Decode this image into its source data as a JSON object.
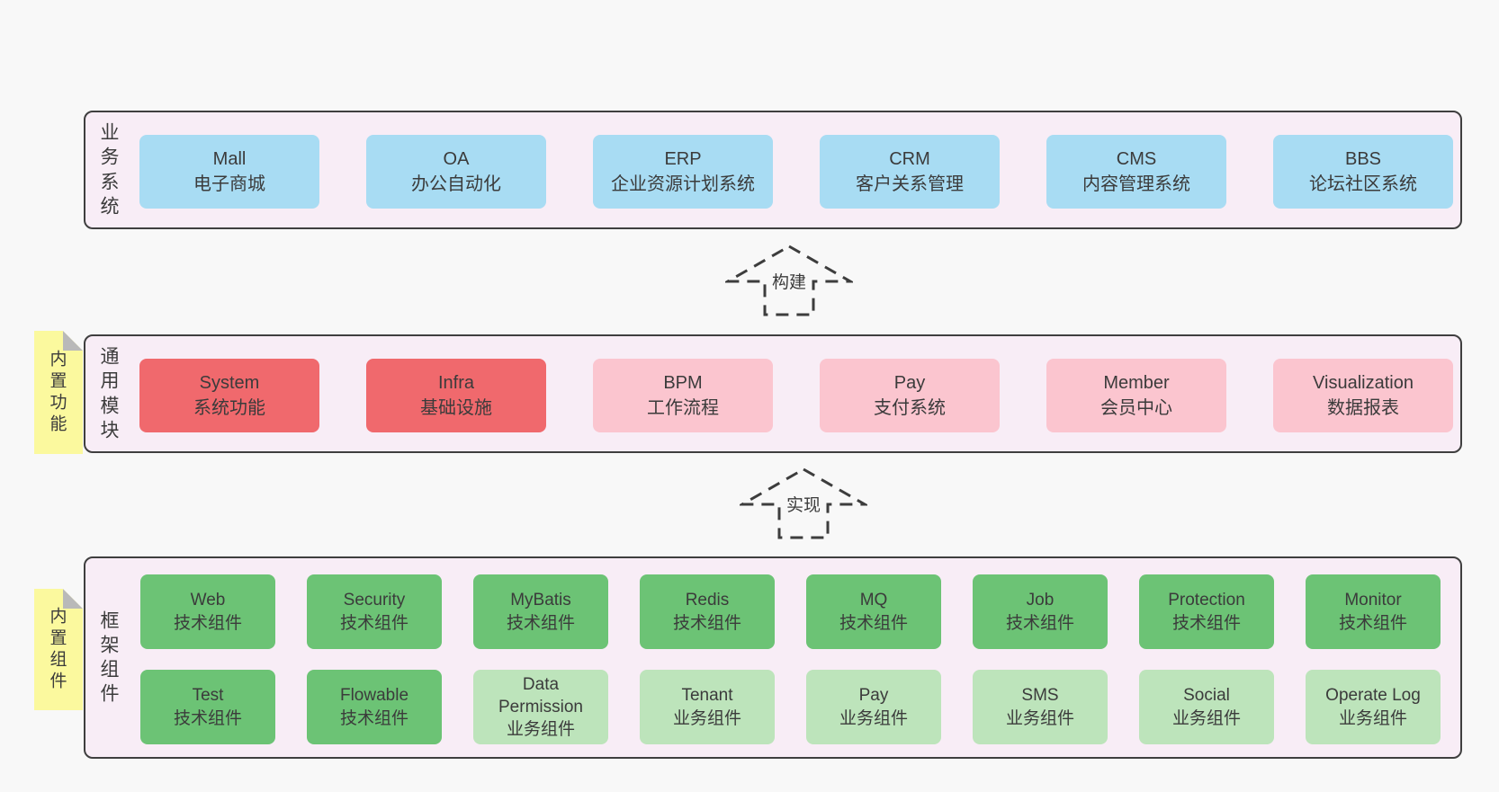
{
  "colors": {
    "page_bg": "#f8f8f8",
    "section_bg": "#f8edf6",
    "section_border": "#3f3f3f",
    "business_box": "#a8dcf3",
    "core_module_box": "#f0696d",
    "optional_module_box": "#fbc5cf",
    "tech_component_box": "#6cc375",
    "biz_component_box": "#bde4bb",
    "note_bg": "#fbf99e",
    "note_fold": "#b9b9b9",
    "text": "#3b3b3b"
  },
  "arrows": {
    "build": "构建",
    "implement": "实现"
  },
  "sections": {
    "business": {
      "label": "业务系统",
      "boxes": [
        {
          "en": "Mall",
          "zh": "电子商城"
        },
        {
          "en": "OA",
          "zh": "办公自动化"
        },
        {
          "en": "ERP",
          "zh": "企业资源计划系统"
        },
        {
          "en": "CRM",
          "zh": "客户关系管理"
        },
        {
          "en": "CMS",
          "zh": "内容管理系统"
        },
        {
          "en": "BBS",
          "zh": "论坛社区系统"
        }
      ]
    },
    "modules": {
      "label": "通用模块",
      "note": "内置功能",
      "boxes": [
        {
          "en": "System",
          "zh": "系统功能"
        },
        {
          "en": "Infra",
          "zh": "基础设施"
        },
        {
          "en": "BPM",
          "zh": "工作流程"
        },
        {
          "en": "Pay",
          "zh": "支付系统"
        },
        {
          "en": "Member",
          "zh": "会员中心"
        },
        {
          "en": "Visualization",
          "zh": "数据报表"
        }
      ]
    },
    "components": {
      "label": "框架组件",
      "note": "内置组件",
      "row1": [
        {
          "en": "Web",
          "zh": "技术组件"
        },
        {
          "en": "Security",
          "zh": "技术组件"
        },
        {
          "en": "MyBatis",
          "zh": "技术组件"
        },
        {
          "en": "Redis",
          "zh": "技术组件"
        },
        {
          "en": "MQ",
          "zh": "技术组件"
        },
        {
          "en": "Job",
          "zh": "技术组件"
        },
        {
          "en": "Protection",
          "zh": "技术组件"
        },
        {
          "en": "Monitor",
          "zh": "技术组件"
        }
      ],
      "row2": [
        {
          "en": "Test",
          "zh": "技术组件"
        },
        {
          "en": "Flowable",
          "zh": "技术组件"
        },
        {
          "en": "Data Permission",
          "zh": "业务组件"
        },
        {
          "en": "Tenant",
          "zh": "业务组件"
        },
        {
          "en": "Pay",
          "zh": "业务组件"
        },
        {
          "en": "SMS",
          "zh": "业务组件"
        },
        {
          "en": "Social",
          "zh": "业务组件"
        },
        {
          "en": "Operate Log",
          "zh": "业务组件"
        }
      ]
    }
  }
}
